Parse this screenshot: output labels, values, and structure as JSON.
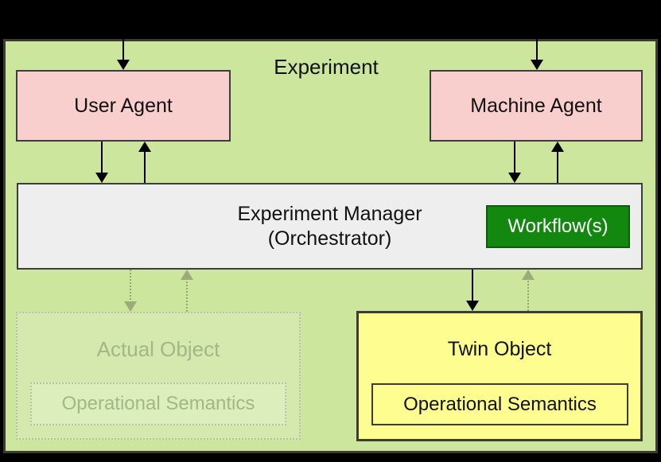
{
  "diagram": {
    "title": "Experiment",
    "nodes": {
      "user_agent": {
        "label": "User Agent"
      },
      "machine_agent": {
        "label": "Machine Agent"
      },
      "experiment_manager": {
        "label_line1": "Experiment Manager",
        "label_line2": "(Orchestrator)"
      },
      "workflow": {
        "label": "Workflow(s)"
      },
      "actual_object": {
        "label": "Actual Object",
        "operational_semantics_label": "Operational Semantics"
      },
      "twin_object": {
        "label": "Twin Object",
        "operational_semantics_label": "Operational Semantics"
      }
    },
    "colors": {
      "canvas_background": "#000000",
      "panel_green": "#cce69d",
      "panel_border": "#3c3c30",
      "agent_pink": "#f9cfcd",
      "manager_gray": "#eeeeee",
      "workflow_green": "#13880f",
      "workflow_text": "#ffffff",
      "twin_yellow": "#fdfd90",
      "faded_fill": "#d5e8ae",
      "faded_inner_fill": "#ddeebd",
      "faded_text": "#a2b787",
      "dotted_arrow": "#97a573",
      "solid_arrow": "#000000"
    }
  }
}
